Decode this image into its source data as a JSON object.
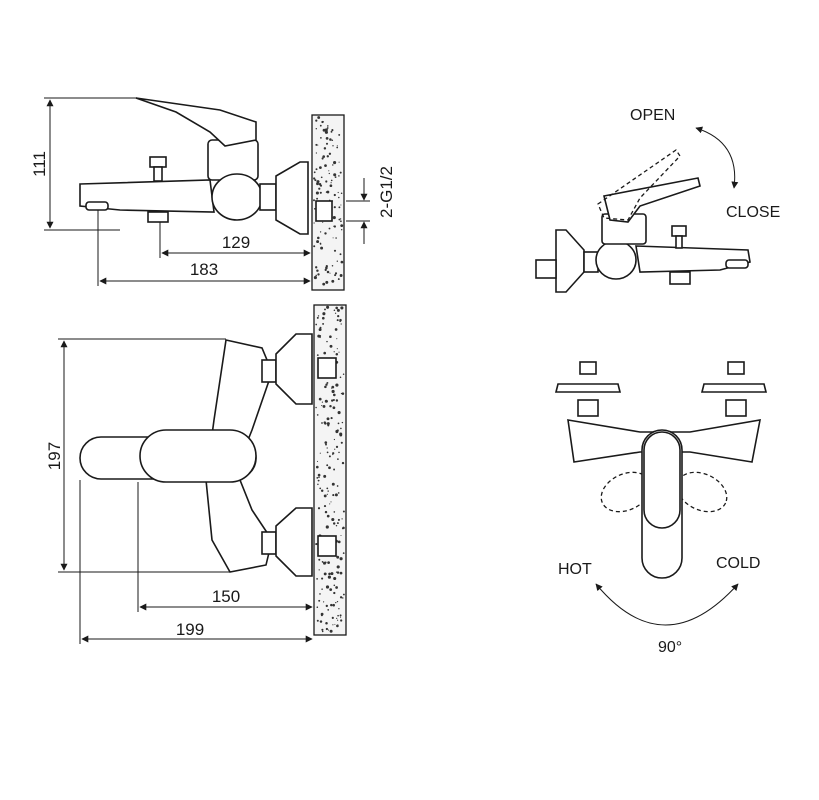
{
  "dimensions": {
    "height_111": "111",
    "thread": "2-G1/2",
    "length_129": "129",
    "length_183": "183",
    "width_197": "197",
    "length_150": "150",
    "length_199": "199"
  },
  "labels": {
    "open": "OPEN",
    "close": "CLOSE",
    "hot": "HOT",
    "cold": "COLD",
    "angle": "90°"
  }
}
